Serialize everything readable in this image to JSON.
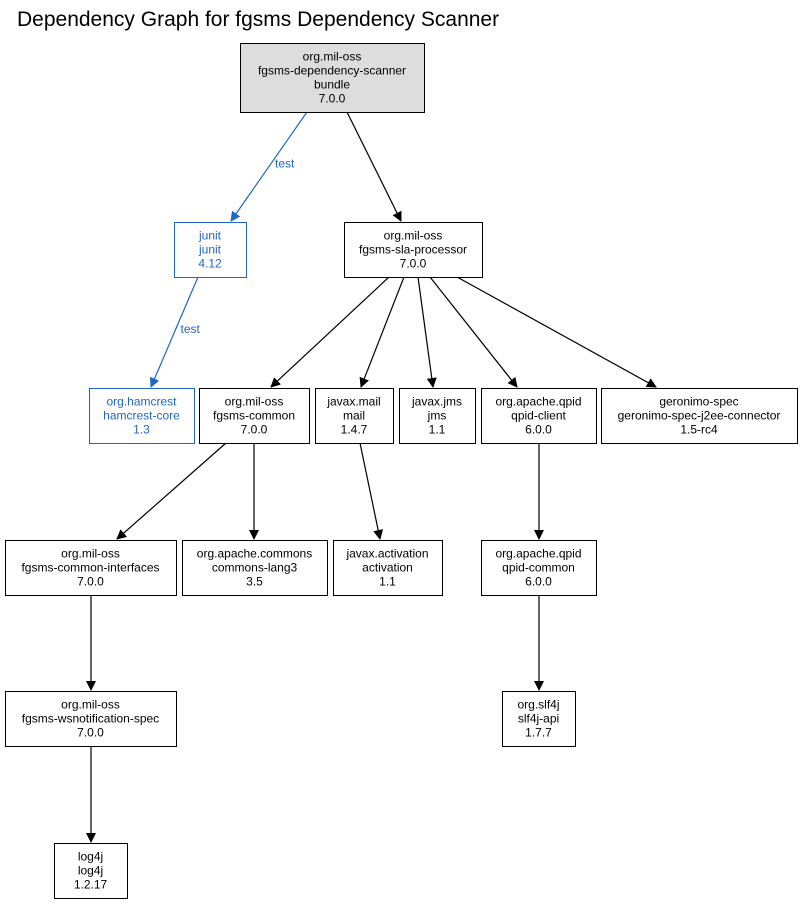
{
  "title": "Dependency Graph for fgsms Dependency Scanner",
  "colors": {
    "compile": "#000000",
    "test": "#1f66c6",
    "root_fill": "#dddddd",
    "node_fill": "#ffffff"
  },
  "nodes": [
    {
      "id": "root",
      "group": "org.mil-oss",
      "artifact": "fgsms-dependency-scanner",
      "packaging": "bundle",
      "version": "7.0.0",
      "scope": "root"
    },
    {
      "id": "junit",
      "group": "junit",
      "artifact": "junit",
      "version": "4.12",
      "scope": "test"
    },
    {
      "id": "sla",
      "group": "org.mil-oss",
      "artifact": "fgsms-sla-processor",
      "version": "7.0.0",
      "scope": "compile"
    },
    {
      "id": "hamcrest",
      "group": "org.hamcrest",
      "artifact": "hamcrest-core",
      "version": "1.3",
      "scope": "test"
    },
    {
      "id": "common",
      "group": "org.mil-oss",
      "artifact": "fgsms-common",
      "version": "7.0.0",
      "scope": "compile"
    },
    {
      "id": "mail",
      "group": "javax.mail",
      "artifact": "mail",
      "version": "1.4.7",
      "scope": "compile"
    },
    {
      "id": "jms",
      "group": "javax.jms",
      "artifact": "jms",
      "version": "1.1",
      "scope": "compile"
    },
    {
      "id": "qpidclient",
      "group": "org.apache.qpid",
      "artifact": "qpid-client",
      "version": "6.0.0",
      "scope": "compile"
    },
    {
      "id": "geronimo",
      "group": "geronimo-spec",
      "artifact": "geronimo-spec-j2ee-connector",
      "version": "1.5-rc4",
      "scope": "compile"
    },
    {
      "id": "interfaces",
      "group": "org.mil-oss",
      "artifact": "fgsms-common-interfaces",
      "version": "7.0.0",
      "scope": "compile"
    },
    {
      "id": "lang3",
      "group": "org.apache.commons",
      "artifact": "commons-lang3",
      "version": "3.5",
      "scope": "compile"
    },
    {
      "id": "activation",
      "group": "javax.activation",
      "artifact": "activation",
      "version": "1.1",
      "scope": "compile"
    },
    {
      "id": "qpidcommon",
      "group": "org.apache.qpid",
      "artifact": "qpid-common",
      "version": "6.0.0",
      "scope": "compile"
    },
    {
      "id": "wsn",
      "group": "org.mil-oss",
      "artifact": "fgsms-wsnotification-spec",
      "version": "7.0.0",
      "scope": "compile"
    },
    {
      "id": "slf4j",
      "group": "org.slf4j",
      "artifact": "slf4j-api",
      "version": "1.7.7",
      "scope": "compile"
    },
    {
      "id": "log4j",
      "group": "log4j",
      "artifact": "log4j",
      "version": "1.2.17",
      "scope": "compile"
    }
  ],
  "edges": [
    {
      "from": "root",
      "to": "junit",
      "label": "test",
      "scope": "test"
    },
    {
      "from": "root",
      "to": "sla",
      "label": "",
      "scope": "compile"
    },
    {
      "from": "junit",
      "to": "hamcrest",
      "label": "test",
      "scope": "test"
    },
    {
      "from": "sla",
      "to": "common",
      "label": "",
      "scope": "compile"
    },
    {
      "from": "sla",
      "to": "mail",
      "label": "",
      "scope": "compile"
    },
    {
      "from": "sla",
      "to": "jms",
      "label": "",
      "scope": "compile"
    },
    {
      "from": "sla",
      "to": "qpidclient",
      "label": "",
      "scope": "compile"
    },
    {
      "from": "sla",
      "to": "geronimo",
      "label": "",
      "scope": "compile"
    },
    {
      "from": "common",
      "to": "interfaces",
      "label": "",
      "scope": "compile"
    },
    {
      "from": "common",
      "to": "lang3",
      "label": "",
      "scope": "compile"
    },
    {
      "from": "mail",
      "to": "activation",
      "label": "",
      "scope": "compile"
    },
    {
      "from": "qpidclient",
      "to": "qpidcommon",
      "label": "",
      "scope": "compile"
    },
    {
      "from": "interfaces",
      "to": "wsn",
      "label": "",
      "scope": "compile"
    },
    {
      "from": "qpidcommon",
      "to": "slf4j",
      "label": "",
      "scope": "compile"
    },
    {
      "from": "wsn",
      "to": "log4j",
      "label": "",
      "scope": "compile"
    }
  ]
}
